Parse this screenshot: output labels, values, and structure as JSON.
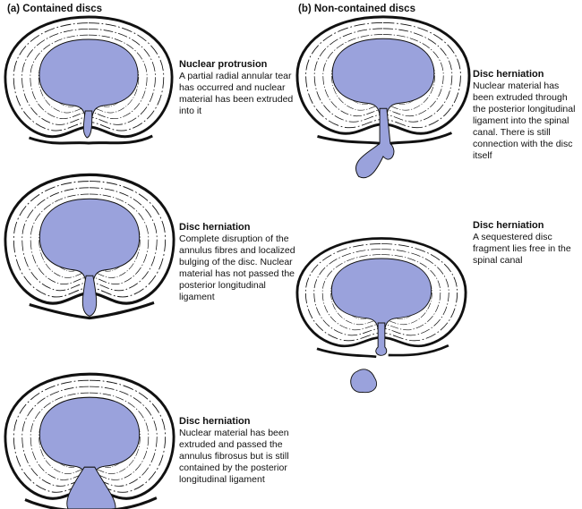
{
  "headers": {
    "a": "(a)  Contained discs",
    "b": "(b)  Non-contained discs"
  },
  "colors": {
    "nucleus": "#9aa2dc",
    "outline": "#111111"
  },
  "captions": [
    {
      "id": "a1",
      "title": "Nuclear protrusion",
      "text": "A partial radial annular tear has occurred and nuclear material has been extruded into it"
    },
    {
      "id": "a2",
      "title": "Disc herniation",
      "text": "Complete disruption of the annulus fibres and localized bulging of the disc. Nuclear material has not passed the posterior longitudinal ligament"
    },
    {
      "id": "a3",
      "title": "Disc herniation",
      "text": "Nuclear material has been extruded and passed the annulus fibrosus but is still contained by the posterior longitudinal ligament"
    },
    {
      "id": "b1",
      "title": "Disc herniation",
      "text": "Nuclear material has been extruded through the posterior longitudinal ligament into the spinal canal. There is still connection with the disc itself"
    },
    {
      "id": "b2",
      "title": "Disc herniation",
      "text": "A sequestered disc fragment lies free in the spinal canal"
    }
  ]
}
